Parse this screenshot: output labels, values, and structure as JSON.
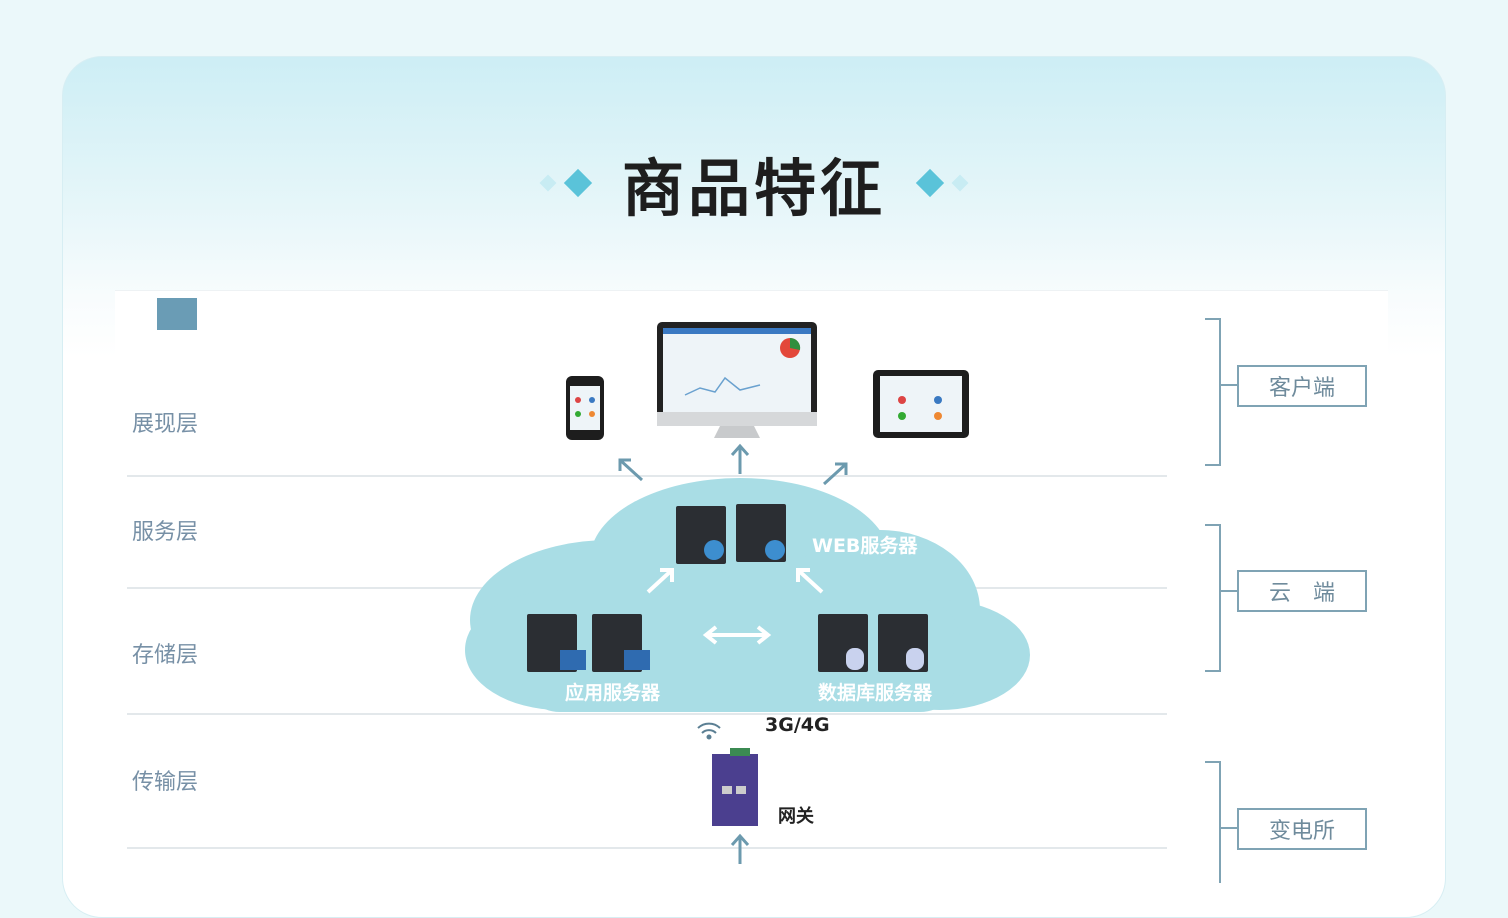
{
  "header": {
    "title": "商品特征"
  },
  "diagram": {
    "layers": [
      "展现层",
      "服务层",
      "存储层",
      "传输层"
    ],
    "groups": [
      "客户端",
      "云　端",
      "变电所"
    ],
    "web_server": "WEB服务器",
    "app_server": "应用服务器",
    "db_server": "数据库服务器",
    "network": "3G/4G",
    "gateway": "网关"
  },
  "colors": {
    "accent": "#5ac3d9",
    "cloud": "#a9dde5",
    "line": "#7fa3b4"
  }
}
